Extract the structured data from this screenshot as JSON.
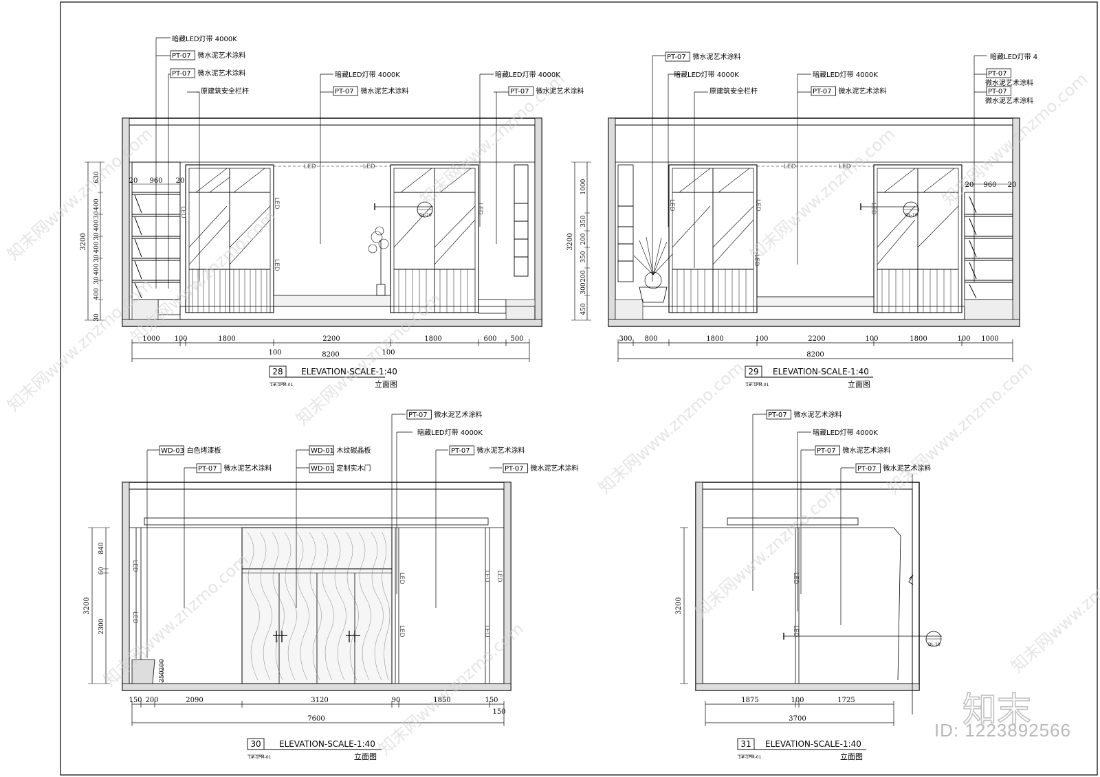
{
  "drawings": [
    {
      "number": "28",
      "title": "ELEVATION-SCALE-1:40",
      "subtitle": "立面图",
      "ref": "1#-1PM-01",
      "callouts": [
        {
          "code": "",
          "text": "暗藏LED灯带 4000K"
        },
        {
          "code": "PT-07",
          "text": "微水泥艺术涂料"
        },
        {
          "code": "PT-07",
          "text": "微水泥艺术涂料"
        },
        {
          "code": "",
          "text": "原建筑安全栏杆"
        },
        {
          "code": "",
          "text": "暗藏LED灯带 4000K"
        },
        {
          "code": "PT-07",
          "text": "微水泥艺术涂料"
        },
        {
          "code": "",
          "text": "暗藏LED灯带 4000K"
        },
        {
          "code": "PT-07",
          "text": "微水泥艺术涂料"
        }
      ],
      "dims_bottom": [
        "1000",
        "100",
        "1800",
        "2200",
        "1800",
        "600",
        "500"
      ],
      "dims_bottom_sub": [
        "100",
        "100"
      ],
      "dim_total": "8200",
      "dims_top": [
        "20",
        "960",
        "20"
      ],
      "dim_height": "3200",
      "dims_left": [
        "630",
        "400",
        "30",
        "400",
        "30",
        "400",
        "30",
        "400",
        "30",
        "400",
        "30"
      ],
      "led_labels": [
        "LED",
        "LED",
        "LED",
        "LED",
        "LED",
        "LED"
      ],
      "tag": "DL-10"
    },
    {
      "number": "29",
      "title": "ELEVATION-SCALE-1:40",
      "subtitle": "立面图",
      "ref": "1#-1PM-01",
      "callouts": [
        {
          "code": "PT-07",
          "text": "微水泥艺术涂料"
        },
        {
          "code": "",
          "text": "暗藏LED灯带 4000K"
        },
        {
          "code": "",
          "text": "原建筑安全栏杆"
        },
        {
          "code": "",
          "text": "暗藏LED灯带 4000K"
        },
        {
          "code": "PT-07",
          "text": "微水泥艺术涂料"
        },
        {
          "code": "",
          "text": "暗藏LED灯带 4"
        },
        {
          "code": "PT-07",
          "text": "微水泥艺术涂料"
        },
        {
          "code": "PT-07",
          "text": "微水泥艺术涂料"
        }
      ],
      "dims_bottom": [
        "300",
        "800",
        "1800",
        "100",
        "2200",
        "100",
        "1800",
        "100",
        "1000"
      ],
      "dim_total": "8200",
      "dims_top": [
        "20",
        "960",
        "20"
      ],
      "dim_height": "3200",
      "dims_left": [
        "1000",
        "350",
        "200",
        "350",
        "200",
        "300",
        "450"
      ],
      "led_labels": [
        "LED",
        "LED",
        "LED",
        "LED",
        "LED",
        "LED"
      ],
      "tag": "DL-10"
    },
    {
      "number": "30",
      "title": "ELEVATION-SCALE-1:40",
      "subtitle": "立面图",
      "ref": "1#-1PM-01",
      "callouts": [
        {
          "code": "WD-03",
          "text": "白色烤漆板"
        },
        {
          "code": "PT-07",
          "text": "微水泥艺术涂料"
        },
        {
          "code": "WD-01",
          "text": "木纹碳晶板"
        },
        {
          "code": "WD-01",
          "text": "定制实木门"
        },
        {
          "code": "PT-07",
          "text": "微水泥艺术涂料"
        },
        {
          "code": "",
          "text": "暗藏LED灯带 4000K"
        },
        {
          "code": "PT-07",
          "text": "微水泥艺术涂料"
        },
        {
          "code": "PT-07",
          "text": "微水泥艺术涂料"
        }
      ],
      "dims_bottom": [
        "150",
        "200",
        "2090",
        "3120",
        "90",
        "1850",
        "150"
      ],
      "dims_bottom_sub": [
        "150"
      ],
      "dim_total": "7600",
      "dim_height": "3200",
      "dims_left": [
        "840",
        "60",
        "2300"
      ],
      "dims_small": [
        "200",
        "250"
      ],
      "led_labels": [
        "LED",
        "LED",
        "LED",
        "LED",
        "LED",
        "LED",
        "LED"
      ]
    },
    {
      "number": "31",
      "title": "ELEVATION-SCALE-1:40",
      "subtitle": "立面图",
      "ref": "1#-1PM-01",
      "callouts": [
        {
          "code": "PT-07",
          "text": "微水泥艺术涂料"
        },
        {
          "code": "",
          "text": "暗藏LED灯带 4000K"
        },
        {
          "code": "PT-07",
          "text": "微水泥艺术涂料"
        },
        {
          "code": "PT-07",
          "text": "微水泥艺术涂料"
        }
      ],
      "dims_bottom": [
        "1875",
        "100",
        "1725"
      ],
      "dim_total": "3700",
      "dim_height": "3200",
      "led_labels": [
        "LED",
        "LED"
      ],
      "tag": "DL-10"
    }
  ],
  "watermark": {
    "text": "知末网www.znzmo.com",
    "brand": "知末",
    "id_label": "ID: 1223892566"
  }
}
